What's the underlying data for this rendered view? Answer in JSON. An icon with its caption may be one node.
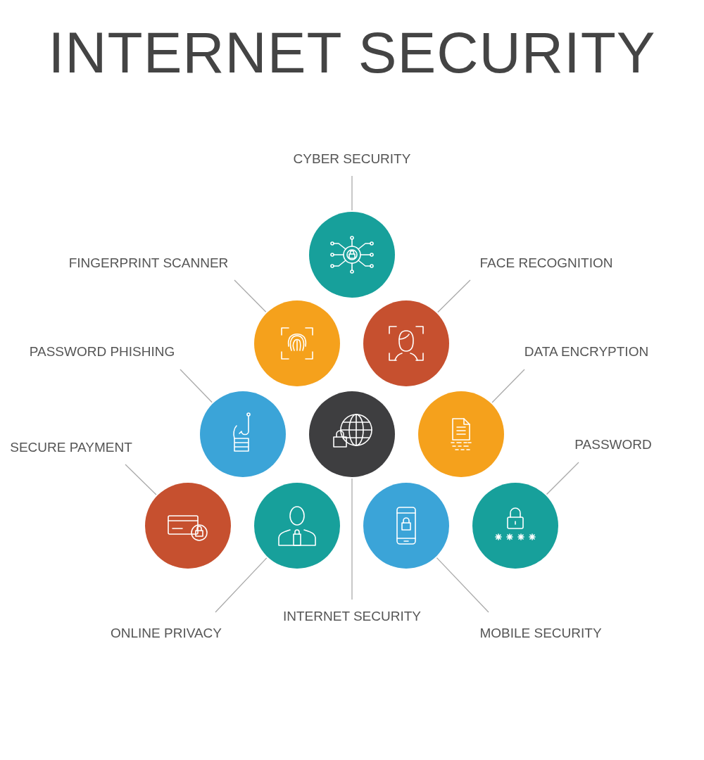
{
  "diagram": {
    "title": "INTERNET SECURITY",
    "nodes": [
      {
        "text": [
          "CYBER SECURITY"
        ]
      },
      {
        "text": [],
        "shape": "circle"
      },
      {
        "text": [
          "FINGERPRINT SCANNER"
        ]
      },
      {
        "text": [],
        "shape": "circle"
      },
      {
        "text": [
          "FACE RECOGNITION"
        ]
      },
      {
        "text": [],
        "shape": "circle"
      },
      {
        "text": [
          "PASSWORD PHISHING"
        ]
      },
      {
        "text": [],
        "shape": "circle"
      },
      {
        "text": [],
        "shape": "circle"
      },
      {
        "text": [],
        "shape": "circle"
      },
      {
        "text": [
          "DATA ENCRYPTION"
        ]
      },
      {
        "text": [
          "SECURE PAYMENT"
        ]
      },
      {
        "text": [],
        "shape": "circle"
      },
      {
        "text": [],
        "shape": "circle"
      },
      {
        "text": [],
        "shape": "circle"
      },
      {
        "text": [],
        "shape": "circle"
      },
      {
        "text": [
          "PASSWORD"
        ]
      },
      {
        "text": [
          "INTERNET SECURITY"
        ]
      },
      {
        "text": [
          "ONLINE PRIVACY"
        ]
      },
      {
        "text": [
          "MOBILE SECURITY"
        ]
      }
    ],
    "edges": [
      {
        "from": 0,
        "to": 1,
        "arrow": "none"
      },
      {
        "from": 2,
        "to": 3,
        "arrow": "none"
      },
      {
        "from": 4,
        "to": 5,
        "arrow": "none"
      },
      {
        "from": 6,
        "to": 7,
        "arrow": "none"
      },
      {
        "from": 10,
        "to": 9,
        "arrow": "none"
      },
      {
        "from": 11,
        "to": 12,
        "arrow": "none"
      },
      {
        "from": 16,
        "to": 15,
        "arrow": "none"
      },
      {
        "from": 17,
        "to": 8,
        "arrow": "none"
      },
      {
        "from": 18,
        "to": 13,
        "arrow": "none"
      },
      {
        "from": 19,
        "to": 14,
        "arrow": "none"
      }
    ]
  }
}
